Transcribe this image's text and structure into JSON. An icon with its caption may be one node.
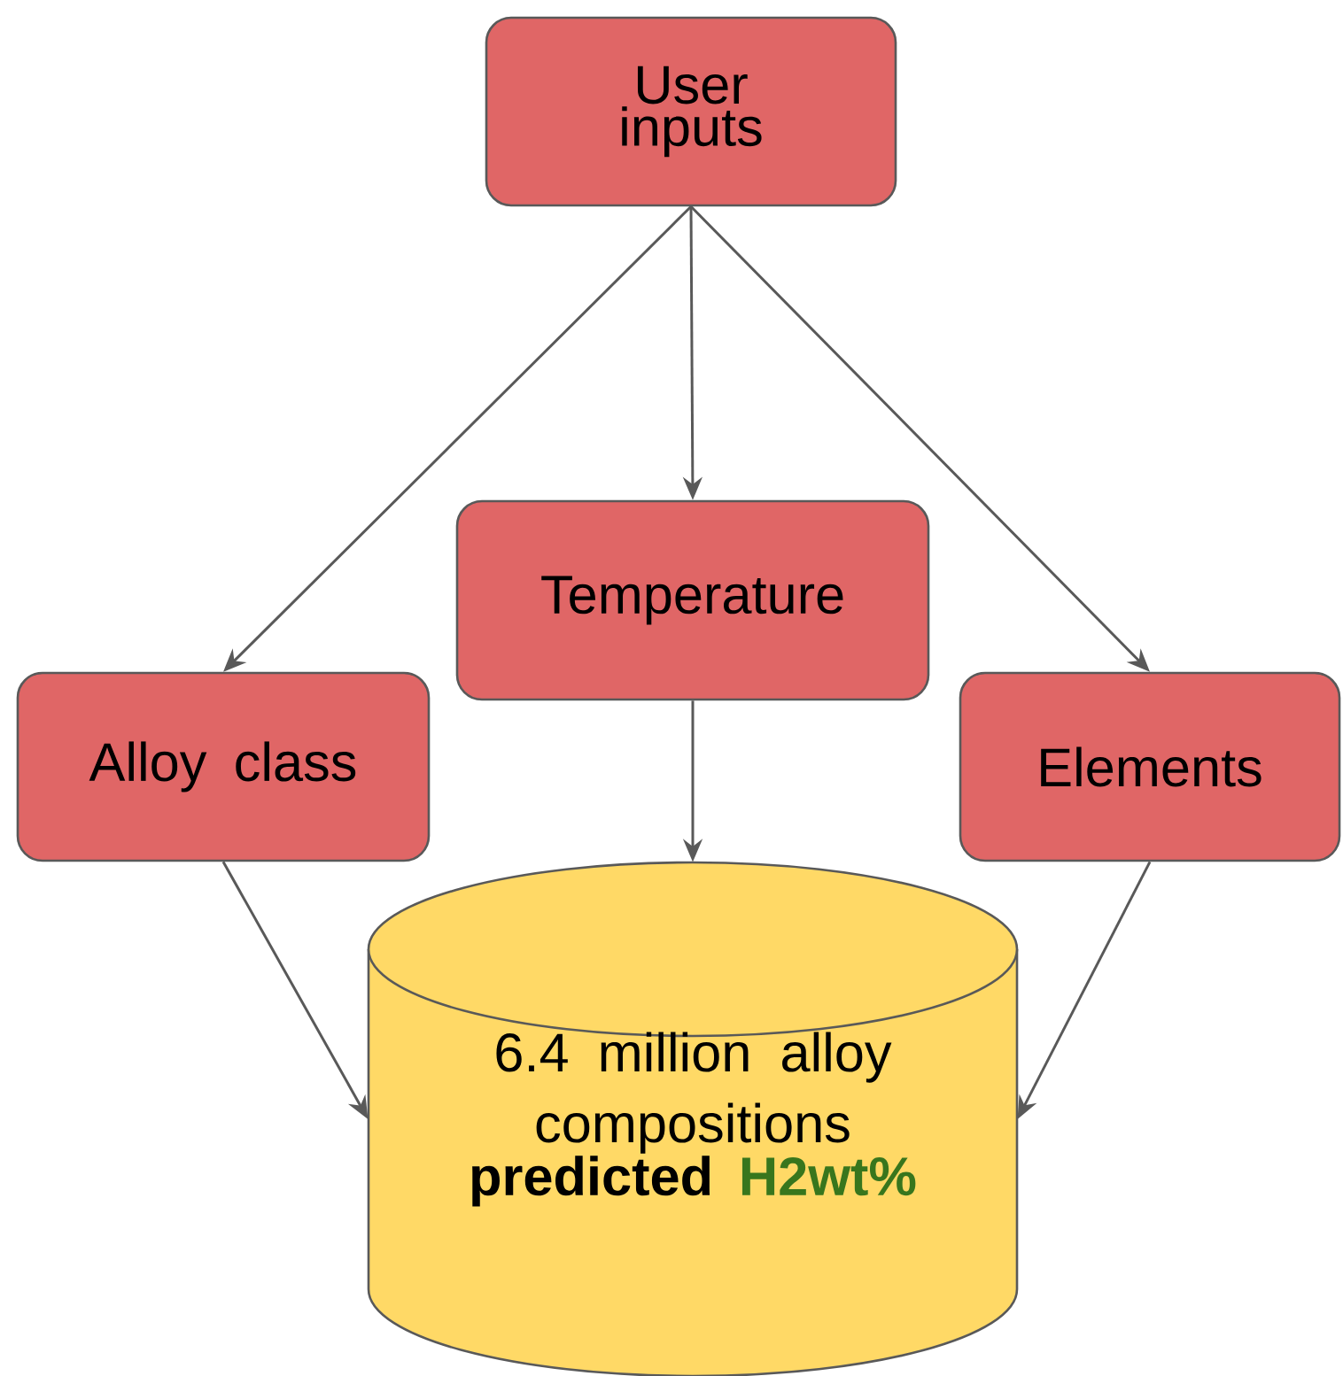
{
  "diagram": {
    "nodes": [
      {
        "text": [
          "User inputs"
        ]
      },
      {
        "text": [
          "Temperature"
        ]
      },
      {
        "text": [
          "Alloy class"
        ]
      },
      {
        "text": [
          "Elements"
        ]
      },
      {
        "text": [
          "6.4 million alloy compositions",
          "predicted",
          "H2wt%"
        ]
      }
    ],
    "edges": [
      {
        "from": 0,
        "to": 1,
        "arrow": "to"
      },
      {
        "from": 0,
        "to": 2,
        "arrow": "to"
      },
      {
        "from": 0,
        "to": 3,
        "arrow": "to"
      },
      {
        "from": 1,
        "to": 4,
        "arrow": "to"
      },
      {
        "from": 2,
        "to": 4,
        "arrow": "to"
      },
      {
        "from": 3,
        "to": 4,
        "arrow": "to"
      }
    ]
  }
}
